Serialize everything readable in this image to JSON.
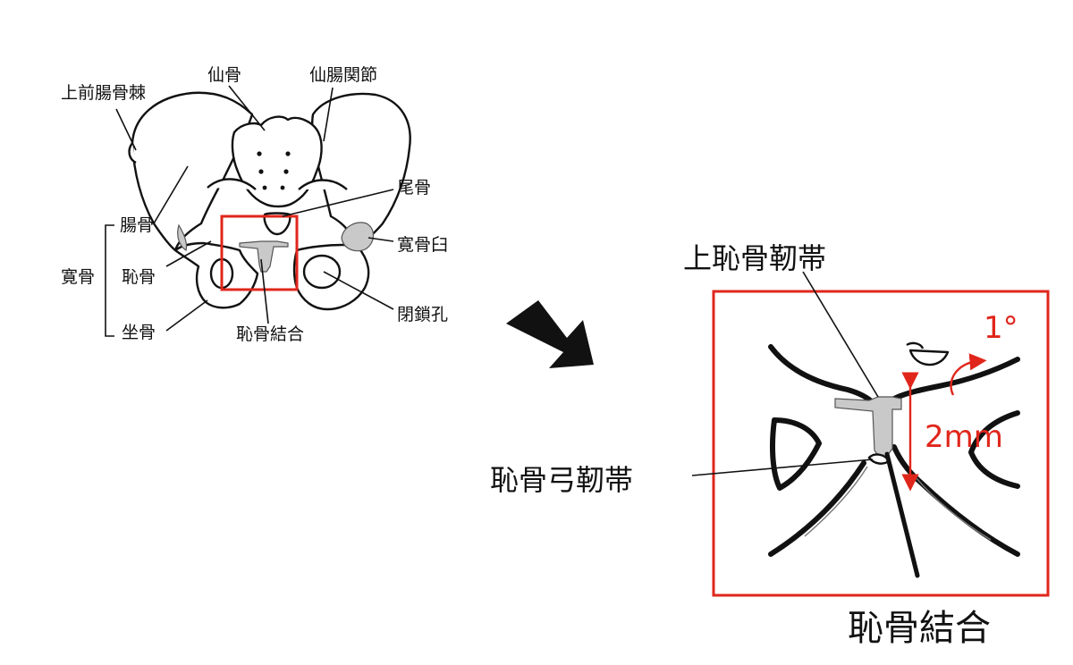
{
  "left_labels": {
    "asis": "上前腸骨棘",
    "sacrum": "仙骨",
    "si_joint": "仙腸関節",
    "coccyx": "尾骨",
    "ilium": "腸骨",
    "hip_bone": "寛骨",
    "pubis": "恥骨",
    "acetabulum": "寛骨臼",
    "obturator": "閉鎖孔",
    "ischium": "坐骨",
    "symphysis": "恥骨結合"
  },
  "right_labels": {
    "superior_ligament": "上恥骨靭帯",
    "arcuate_ligament": "恥骨弓靭帯",
    "symphysis": "恥骨結合",
    "rotation": "1°",
    "displacement": "2mm"
  },
  "colors": {
    "highlight_box": "#e0261b",
    "annotation": "#e0261b",
    "line": "#111111",
    "cartilage": "#c9c9c9"
  }
}
